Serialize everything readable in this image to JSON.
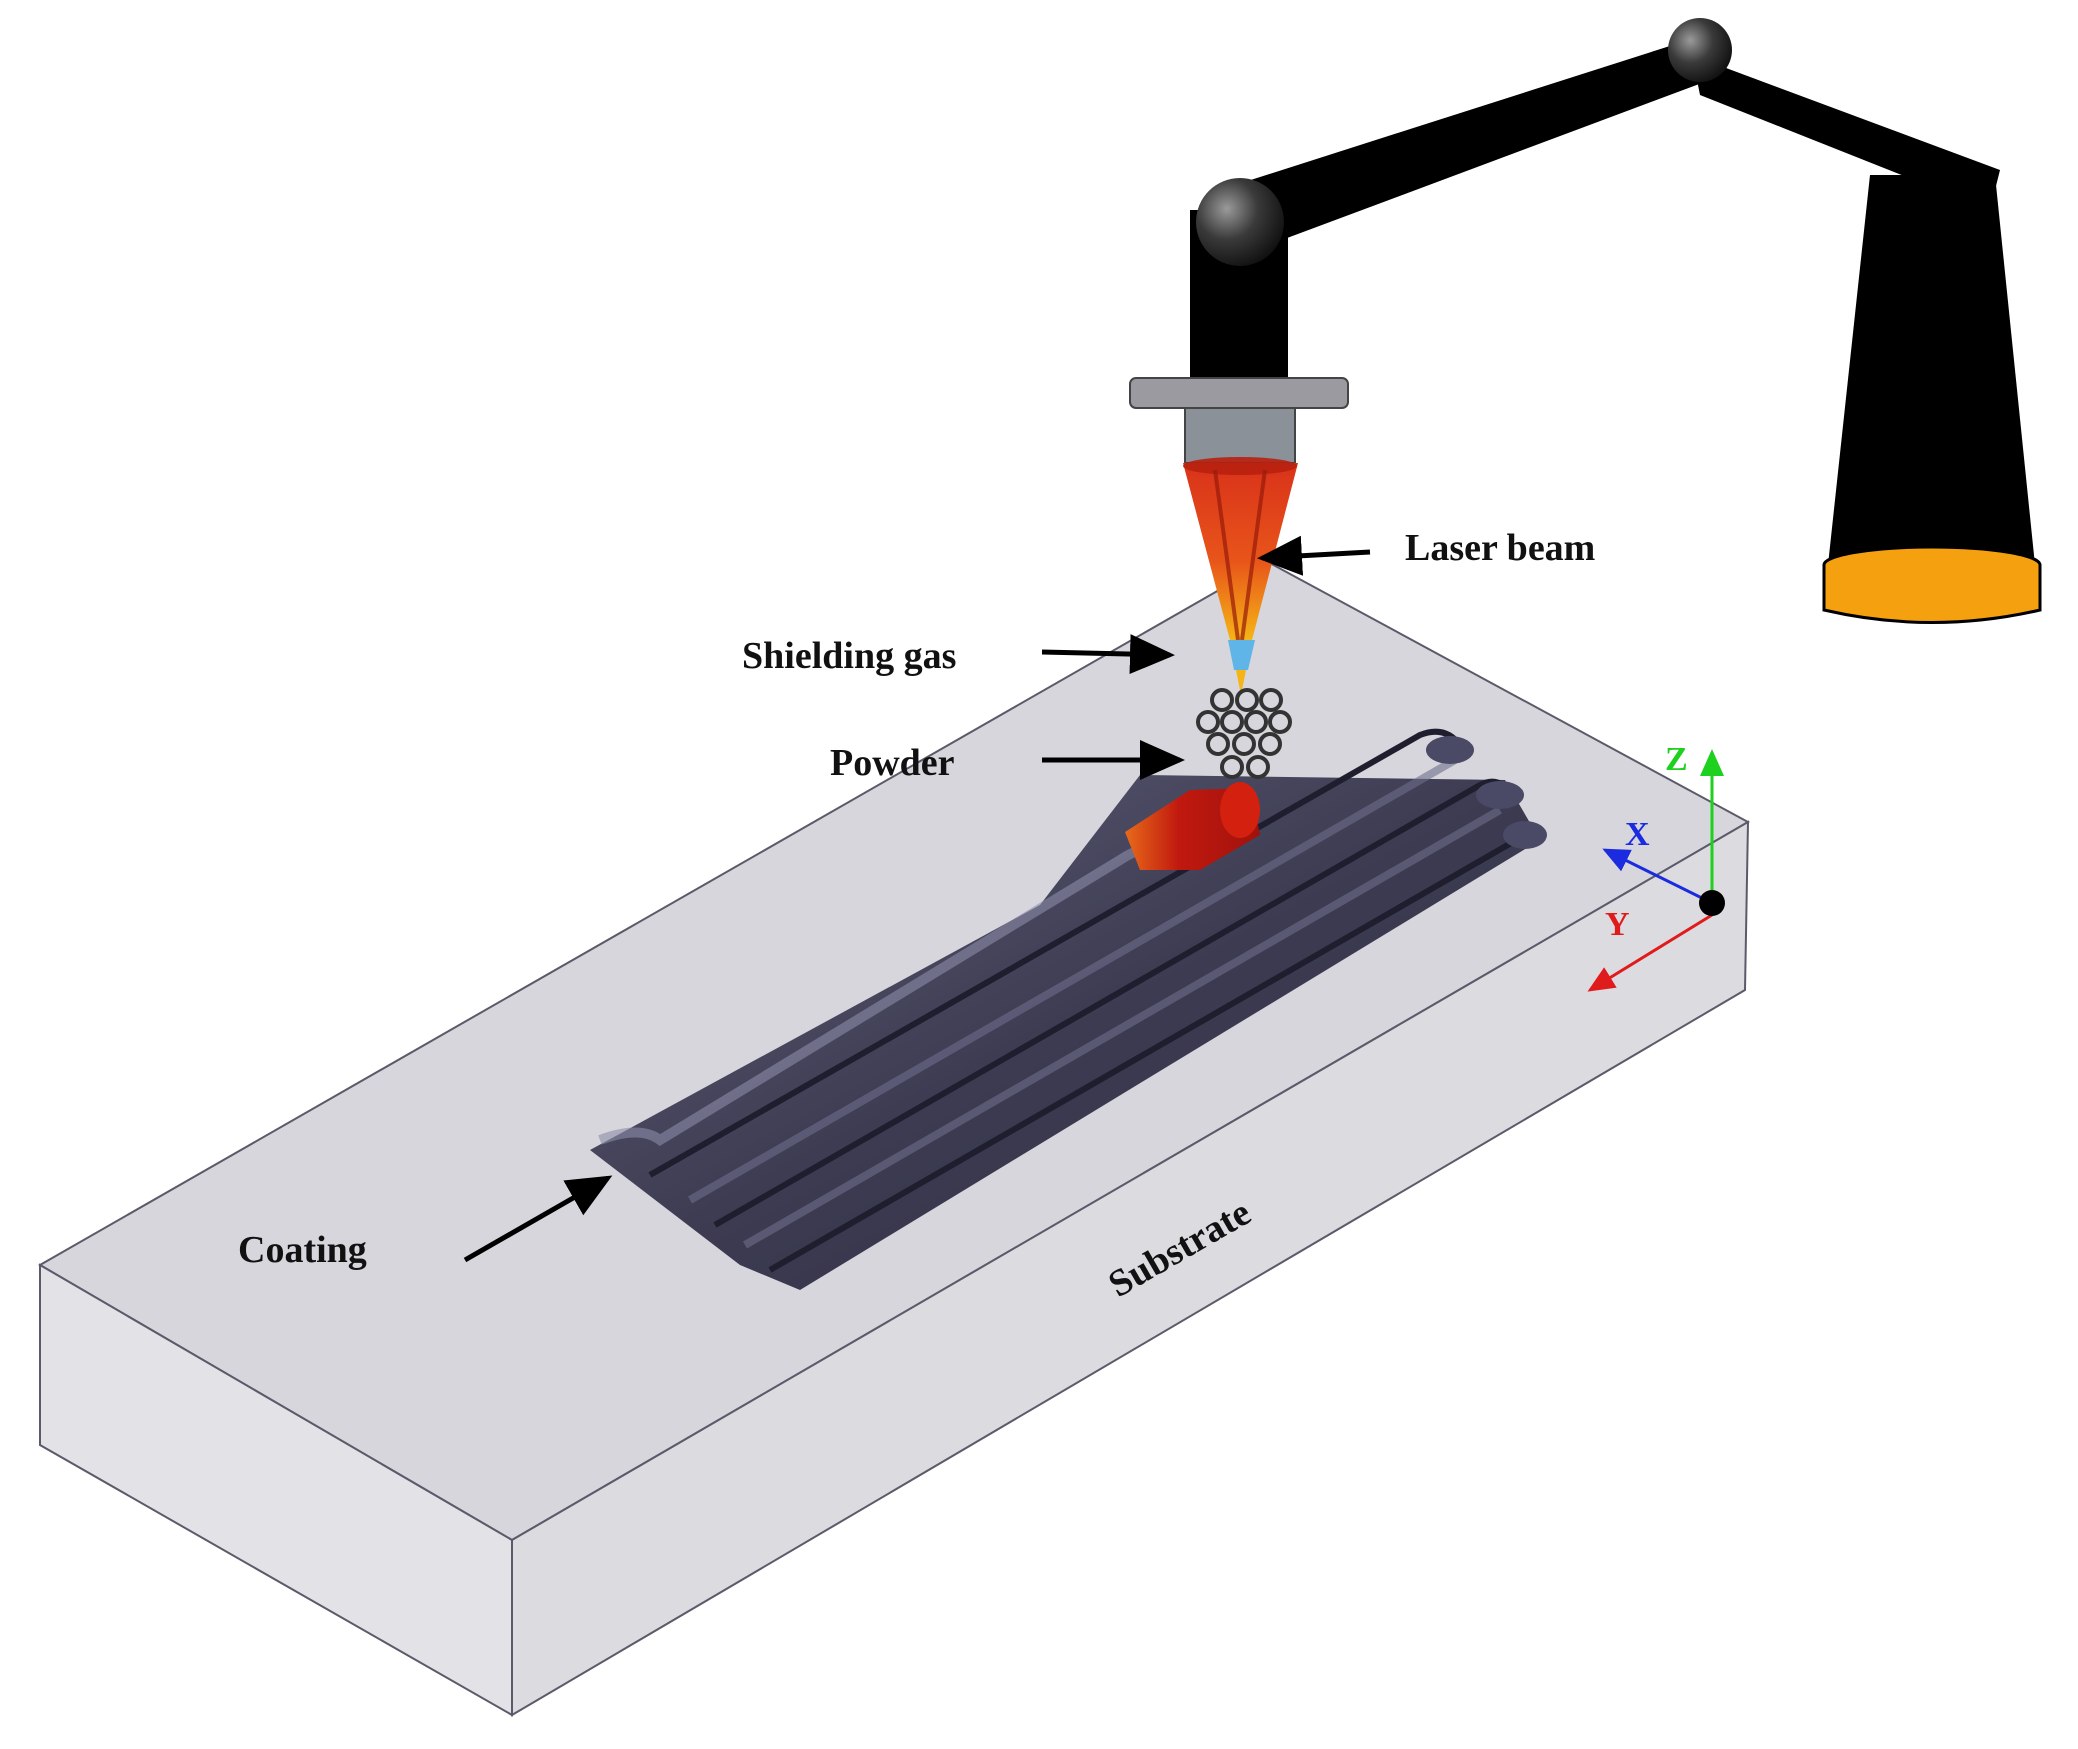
{
  "labels": {
    "laser_beam": "Laser beam",
    "shielding_gas": "Shielding gas",
    "powder": "Powder",
    "coating": "Coating",
    "substrate": "Substrate"
  },
  "axes": {
    "x": "X",
    "y": "Y",
    "z": "Z"
  },
  "colors": {
    "substrate_top": "#d7d6dc",
    "substrate_side": "#dedde2",
    "coating_track": "#3b3a52",
    "melt_pool": "#c0190f",
    "robot_arm": "#000000",
    "laser_cone": "#e8541a",
    "lamp_base": "#f5a00f",
    "axis_x": "#1b2be0",
    "axis_y": "#e01b1b",
    "axis_z": "#1fd11f"
  }
}
